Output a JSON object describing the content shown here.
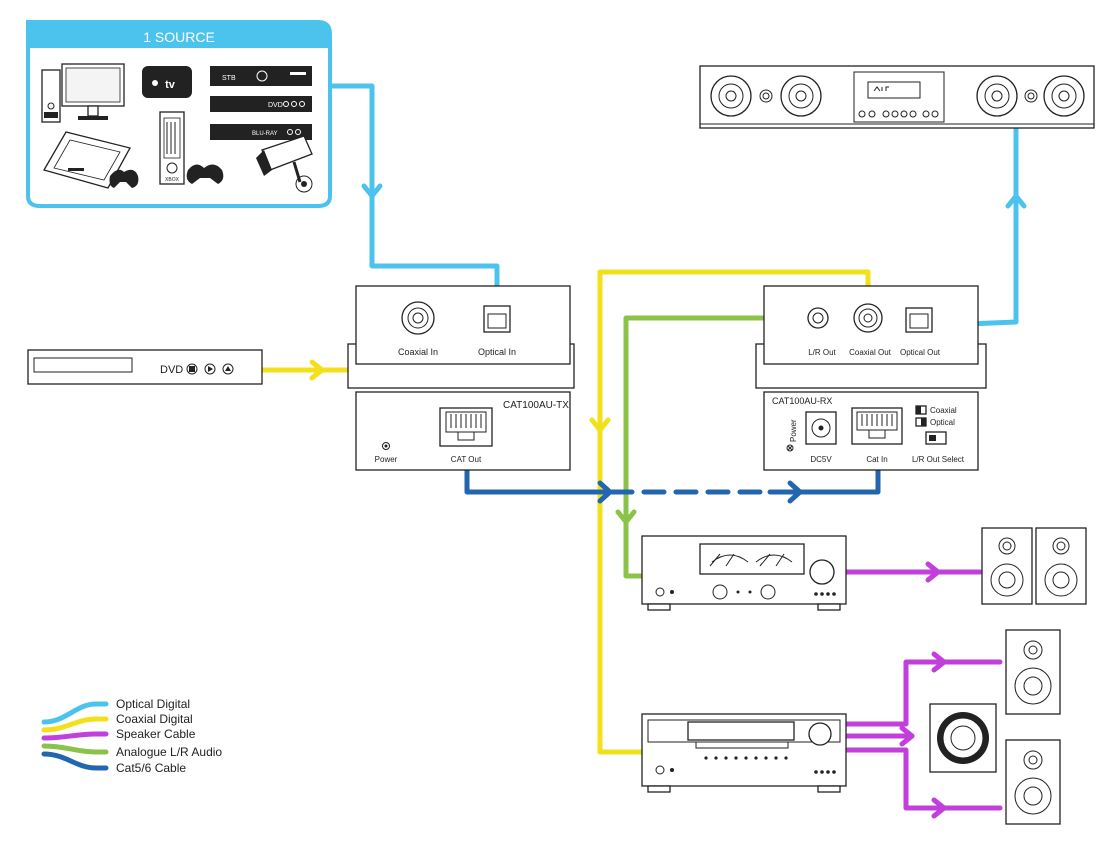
{
  "source_box": {
    "title": "1 SOURCE",
    "stb_label": "STB",
    "dvd_label": "DVD",
    "bluray_label": "BLU-RAY",
    "appletv_label": "tv",
    "pc_label": "XBOX"
  },
  "dvd_player": {
    "label": "DVD"
  },
  "transmitter": {
    "coaxial_in": "Coaxial In",
    "optical_in": "Optical In",
    "model": "CAT100AU-TX",
    "power": "Power",
    "cat_out": "CAT Out"
  },
  "receiver": {
    "lr_out": "L/R Out",
    "coaxial_out": "Coaxial Out",
    "optical_out": "Optical Out",
    "model": "CAT100AU-RX",
    "power": "Power",
    "dc5v": "DC5V",
    "cat_in": "Cat In",
    "switch_coaxial": "Coaxial",
    "switch_optical": "Optical",
    "lr_out_select": "L/R Out Select"
  },
  "legend": {
    "items": [
      {
        "label": "Optical Digital",
        "color": "#4cc3ec"
      },
      {
        "label": "Coaxial Digital",
        "color": "#f2e11a"
      },
      {
        "label": "Speaker Cable",
        "color": "#c23fdc"
      },
      {
        "label": "Analogue L/R Audio",
        "color": "#8bc34a"
      },
      {
        "label": "Cat5/6 Cable",
        "color": "#2266b0"
      }
    ]
  },
  "colors": {
    "optical": "#4cc3ec",
    "coaxial": "#f2e11a",
    "speaker": "#c23fdc",
    "analogue": "#8bc34a",
    "cat": "#2266b0",
    "device_stroke": "#222222"
  },
  "icons": [
    "monitor-icon",
    "pc-tower-icon",
    "apple-tv-icon",
    "stb-icon",
    "dvd-icon",
    "bluray-icon",
    "playstation-icon",
    "xbox-icon",
    "cctv-camera-icon",
    "soundbar-icon",
    "amplifier-icon",
    "av-receiver-icon",
    "bookshelf-speaker-icon",
    "subwoofer-icon",
    "rj45-port-icon",
    "coaxial-jack-icon",
    "optical-port-icon"
  ]
}
